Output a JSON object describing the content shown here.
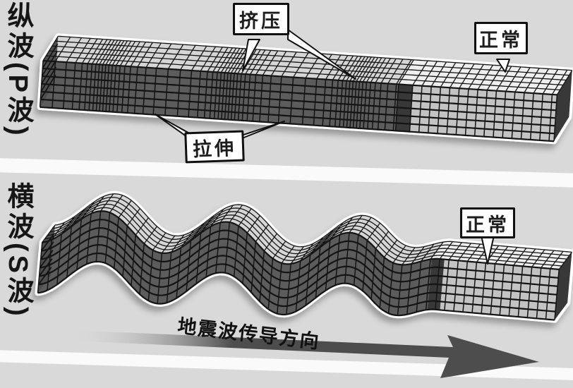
{
  "diagram": {
    "p_wave": {
      "side_label": "纵波(P波)",
      "compress_label": "挤压",
      "stretch_label": "拉伸",
      "normal_label": "正常"
    },
    "s_wave": {
      "side_label": "横波(S波)",
      "normal_label": "正常"
    },
    "direction_label": "地震波传导方向"
  },
  "colors": {
    "background": "#d9d9d9",
    "divider_band": "#fafafa",
    "front_dark": "#5c5c5c",
    "front_light": "#c3c3c3",
    "top_face": "#efefef",
    "top_face_dark": "#d6d6d6",
    "side_face": "#4e4e4e",
    "end_face": "#383838",
    "grid_line": "#141414",
    "arrow": "#4d4d4d",
    "halo": "#ffffff",
    "callout_bg": "#ffffff",
    "callout_border": "#101010",
    "text": "#1a1a1a"
  }
}
